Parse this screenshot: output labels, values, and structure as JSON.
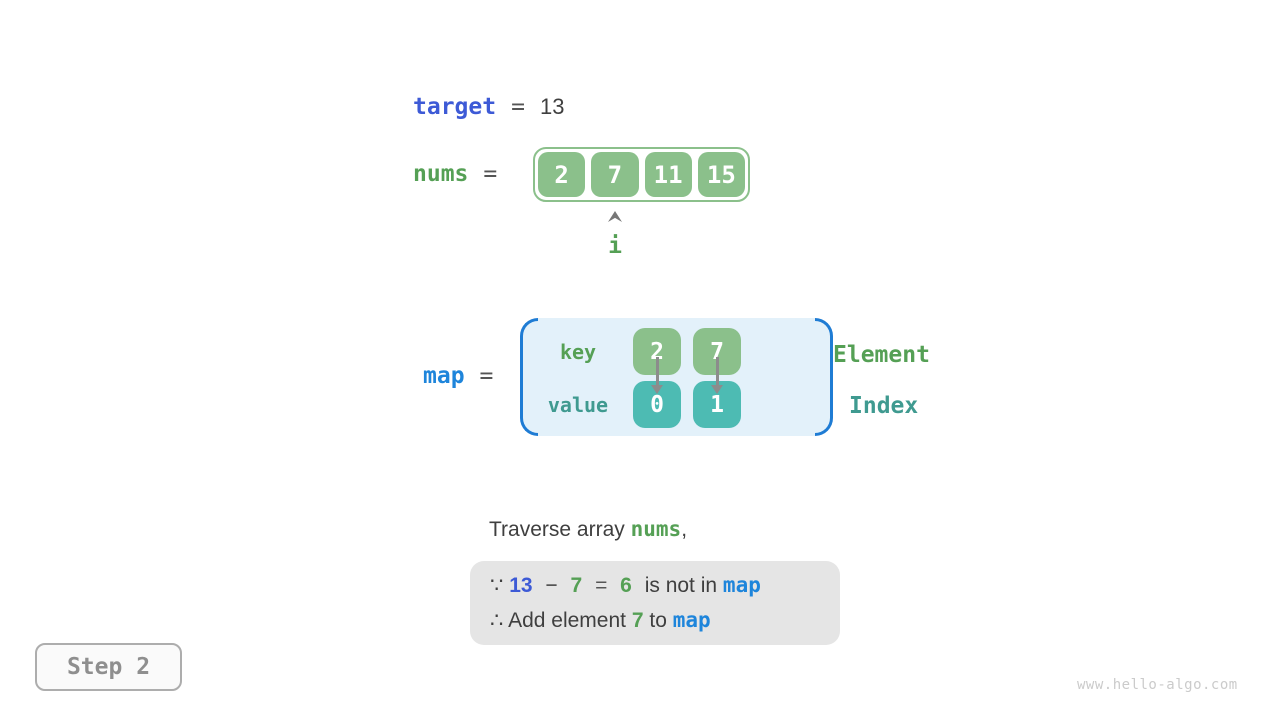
{
  "colors": {
    "array_green": "#8BC08B",
    "value_teal": "#4DBBB3",
    "green_text": "#55A055",
    "teal_text": "#3F9A90",
    "royal_blue": "#3D5AD6",
    "azure_blue": "#1E85DB",
    "map_panel_bg": "#E3F1FA",
    "map_bracket_blue": "#1F7CD4",
    "note_bg": "#E5E5E5",
    "dark_text": "#3F3F3F"
  },
  "target_line": {
    "variable": "target",
    "operator": "=",
    "value": "13"
  },
  "nums_line": {
    "variable": "nums",
    "operator": "=",
    "cells": [
      "2",
      "7",
      "11",
      "15"
    ],
    "pointer_label": "i"
  },
  "map_section": {
    "variable": "map",
    "operator": "=",
    "key_label": "key",
    "value_label": "value",
    "entries": [
      {
        "key": "2",
        "value": "0"
      },
      {
        "key": "7",
        "value": "1"
      }
    ],
    "element_label": "Element",
    "index_label": "Index"
  },
  "caption": {
    "prefix": "Traverse array",
    "highlight": "nums",
    "suffix": ","
  },
  "note": {
    "line1": {
      "because": "∵",
      "minuend": "13",
      "minus": "−",
      "subtrahend": "7",
      "equals": "=",
      "result": "6",
      "text": "is not in",
      "map_ref": "map"
    },
    "line2": {
      "therefore": "∴",
      "text_before": "Add element",
      "element": "7",
      "text_mid": "to",
      "map_ref": "map"
    }
  },
  "footer": {
    "step_label": "Step 2",
    "watermark": "www.hello-algo.com"
  }
}
